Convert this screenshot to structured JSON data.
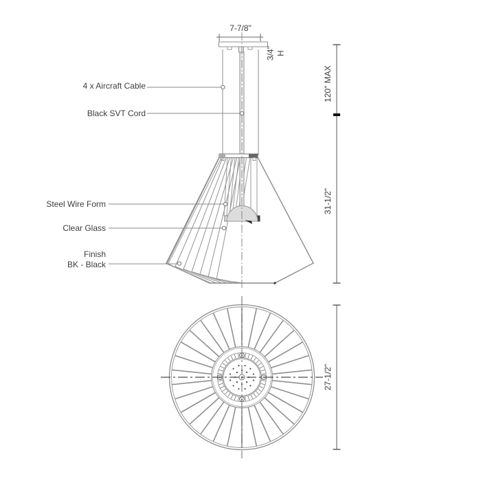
{
  "callouts": {
    "aircraft_cable": "4 x Aircraft Cable",
    "svt_cord": "Black SVT Cord",
    "steel_wire_form": "Steel Wire Form",
    "clear_glass": "Clear Glass",
    "finish_line1": "Finish",
    "finish_line2": "BK - Black"
  },
  "dimensions": {
    "canopy_width": "7-7/8\"",
    "canopy_height": "3/4\"",
    "canopy_height_suffix": "H",
    "max_suspension": "120\" MAX",
    "fixture_height": "31-1/2\"",
    "shade_diameter": "27-1/2\""
  },
  "style": {
    "line_color": "#8c8c8c",
    "dim_color": "#555555",
    "text_color": "#3d3d3d",
    "glass_fill": "#dcdcdc",
    "cord_fill": "#ededed"
  }
}
